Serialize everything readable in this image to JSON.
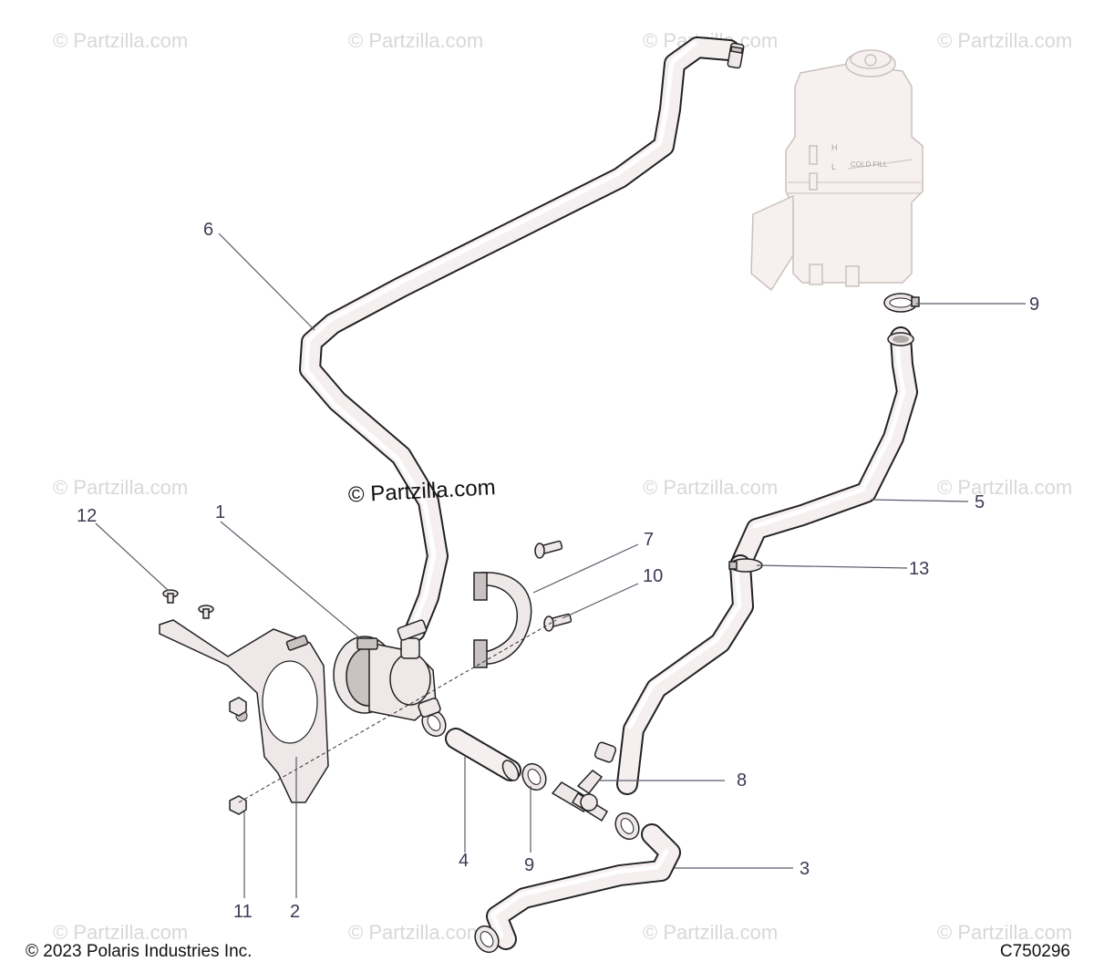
{
  "watermark": {
    "text": "© Partzilla.com",
    "center_text": "© Partzilla.com"
  },
  "callouts": [
    {
      "id": "1",
      "label": "1"
    },
    {
      "id": "2",
      "label": "2"
    },
    {
      "id": "3",
      "label": "3"
    },
    {
      "id": "4",
      "label": "4"
    },
    {
      "id": "5",
      "label": "5"
    },
    {
      "id": "6",
      "label": "6"
    },
    {
      "id": "7",
      "label": "7"
    },
    {
      "id": "8",
      "label": "8"
    },
    {
      "id": "9a",
      "label": "9"
    },
    {
      "id": "9b",
      "label": "9"
    },
    {
      "id": "10",
      "label": "10"
    },
    {
      "id": "11",
      "label": "11"
    },
    {
      "id": "12",
      "label": "12"
    },
    {
      "id": "13",
      "label": "13"
    }
  ],
  "tank_labels": {
    "h": "H",
    "l": "L",
    "cold_fill": "COLD FILL"
  },
  "footer": {
    "copyright": "© 2023 Polaris Industries Inc.",
    "diagram_code": "C750296"
  }
}
